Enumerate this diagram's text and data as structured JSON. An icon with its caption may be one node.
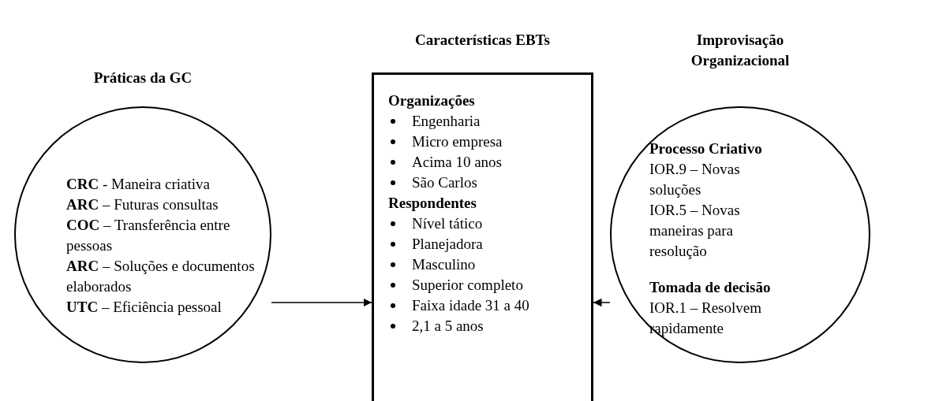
{
  "diagram": {
    "nodes": [
      {
        "text": [
          "Práticas da GC",
          "**CRC** - Maneira criativa",
          "**ARC** – Futuras consultas",
          "**COC** – Transferência entre pessoas",
          "**ARC** – Soluções e documentos elaborados",
          "**UTC** – Eficiência pessoal"
        ]
      },
      {
        "text": [
          "Características EBTs",
          "Organizações",
          "Engenharia",
          "Micro empresa",
          "Acima 10 anos",
          "São Carlos",
          "Respondentes",
          "Nível tático",
          "Planejadora",
          "Masculino",
          "Superior completo",
          "Faixa idade 31 a 40",
          "2,1 a 5 anos"
        ]
      },
      {
        "text": [
          "Improvisação Organizacional",
          "Processo Criativo",
          "IOR.9 – Novas soluções",
          "IOR.5 – Novas maneiras para resolução",
          "Tomada de decisão",
          "IOR.1 – Resolvem rapidamente"
        ]
      }
    ],
    "edges": [
      {
        "from": 0,
        "to": 1,
        "arrow": "to"
      },
      {
        "from": 2,
        "to": 1,
        "arrow": "to"
      }
    ]
  }
}
